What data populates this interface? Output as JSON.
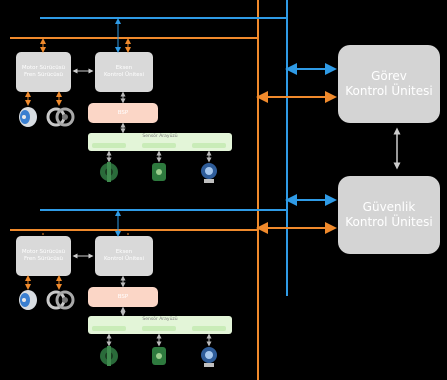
{
  "sections": [
    {
      "motor_driver_label": "Motor Sürücüsü\nFren Sürücüsü",
      "axis_unit_label": "Eksen\nKontrol Ünitesi",
      "bsp_label": "BSP",
      "sensor_interface_label": "Sensör Arayüzü",
      "sensor_slots": [
        "",
        "",
        ""
      ]
    },
    {
      "motor_driver_label": "Motor Sürücüsü\nFren Sürücüsü",
      "axis_unit_label": "Eksen\nKontrol Ünitesi",
      "bsp_label": "BSP",
      "sensor_interface_label": "Sensör Arayüzü",
      "sensor_slots": [
        "",
        "",
        ""
      ]
    }
  ],
  "task_unit_label": "Görev\nKontrol Ünitesi",
  "safety_unit_label": "Güvenlik\nKontrol Ünitesi",
  "colors": {
    "background": "#000000",
    "bus_blue": "#2f9be6",
    "bus_orange": "#f08a2c",
    "unit_gray": "#d9d9d9",
    "bsp_peach": "#fbd6c6",
    "sensor_green": "#e3f5d8"
  }
}
